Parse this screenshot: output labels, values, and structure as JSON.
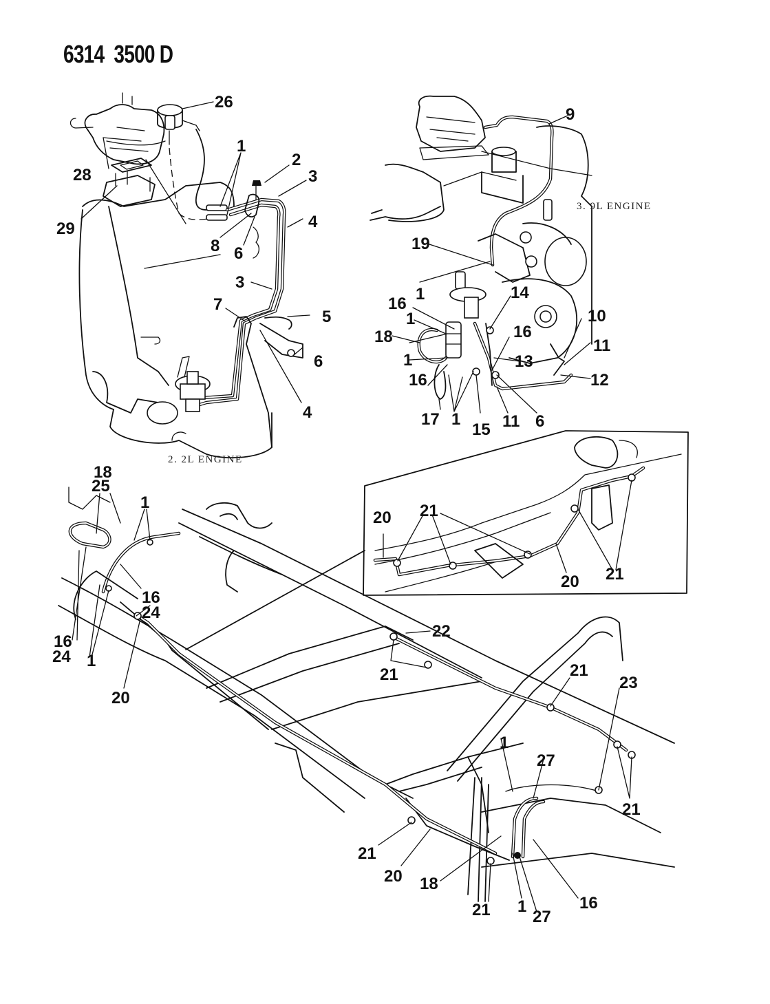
{
  "document": {
    "id": "6314  3500 D"
  },
  "views": {
    "engine_22l": {
      "caption": "2. 2L ENGINE",
      "callouts": [
        "26",
        "1",
        "2",
        "3",
        "28",
        "29",
        "8",
        "6",
        "4",
        "3",
        "7",
        "5",
        "6",
        "4"
      ]
    },
    "engine_39l": {
      "caption": "3. 9L ENGINE",
      "callouts": [
        "9",
        "19",
        "1",
        "14",
        "16",
        "1",
        "10",
        "16",
        "18",
        "1",
        "11",
        "13",
        "1",
        "12",
        "16",
        "17",
        "1",
        "15",
        "11",
        "6"
      ]
    },
    "detail_inset": {
      "callouts": [
        "20",
        "21",
        "20",
        "21"
      ]
    },
    "chassis": {
      "callouts": [
        "18",
        "25",
        "1",
        "16",
        "24",
        "16",
        "24",
        "1",
        "20",
        "22",
        "21",
        "21",
        "23",
        "1",
        "27",
        "21",
        "21",
        "20",
        "18",
        "21",
        "1",
        "27",
        "16"
      ]
    }
  }
}
